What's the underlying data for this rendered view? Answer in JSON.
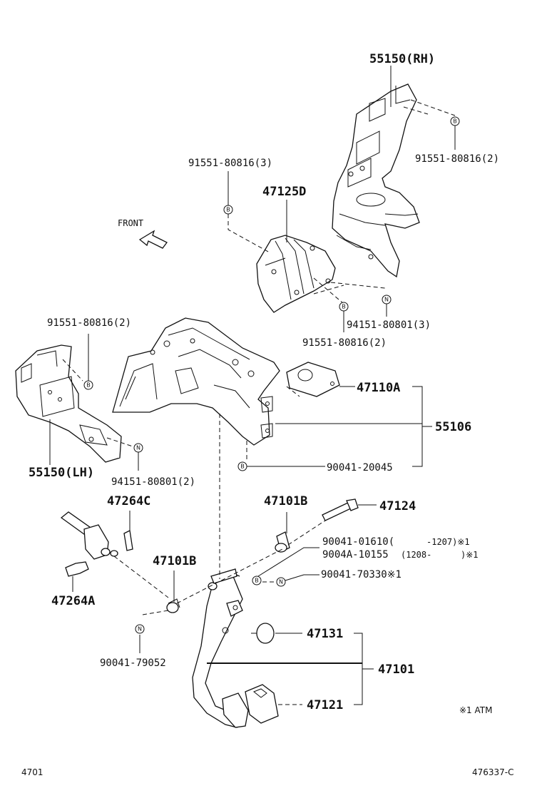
{
  "diagram": {
    "front_label": "FRONT",
    "note": "※1  ATM",
    "footer_left": "4701",
    "footer_right": "476337-C",
    "markers": {
      "b": "B",
      "n": "N"
    },
    "labels": {
      "p55150rh": "55150(RH)",
      "p91551_2_rh": "91551-80816(2)",
      "p91551_3": "91551-80816(3)",
      "p47125d": "47125D",
      "p94151_3": "94151-80801(3)",
      "p91551_2_mid": "91551-80816(2)",
      "p91551_2_lh": "91551-80816(2)",
      "p47110a": "47110A",
      "p55106": "55106",
      "p55150lh": "55150(LH)",
      "p94151_2": "94151-80801(2)",
      "p90041_20045": "90041-20045",
      "p47264c": "47264C",
      "p47101b_top": "47101B",
      "p47124": "47124",
      "p90041_01610": "90041-01610(",
      "p90041_01610_note": "-1207)※1",
      "p9004a_10155": "9004A-10155",
      "p9004a_10155_note": "(1208-",
      "p9004a_10155_note2": ")※1",
      "p90041_70330": "90041-70330※1",
      "p47264a": "47264A",
      "p47101b_mid": "47101B",
      "p47131": "47131",
      "p47101": "47101",
      "p90041_79052": "90041-79052",
      "p47121": "47121"
    }
  }
}
